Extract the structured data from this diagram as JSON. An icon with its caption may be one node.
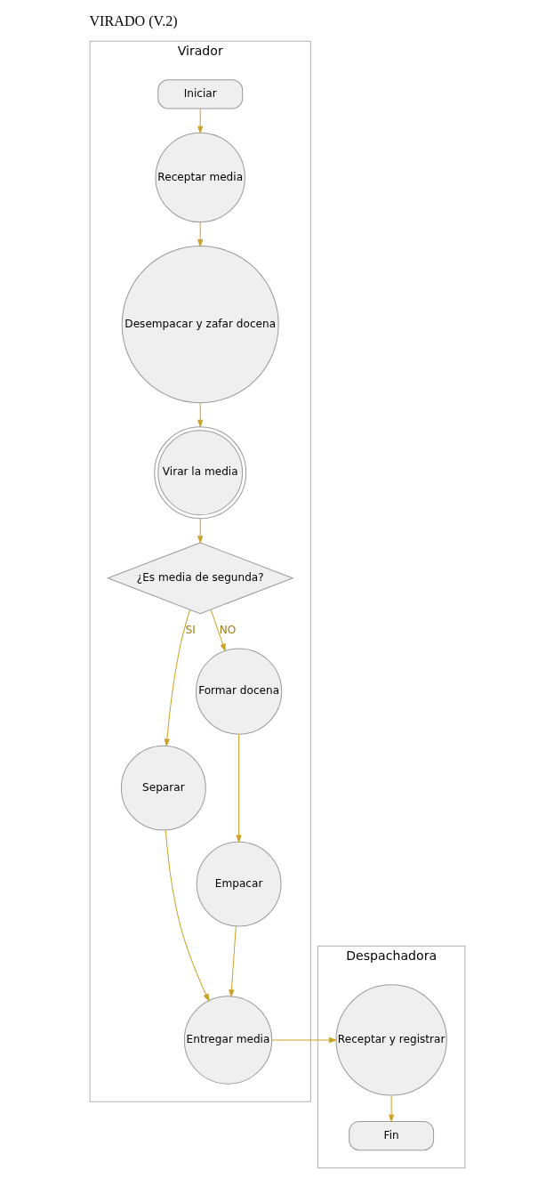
{
  "diagram": {
    "title": "VIRADO (V.2)",
    "nodes": [
      {
        "text": [
          "Virador"
        ]
      },
      {
        "text": [
          "Despachadora"
        ]
      },
      {
        "text": [
          "Iniciar"
        ],
        "in": 0
      },
      {
        "text": [
          "Receptar media"
        ],
        "in": 0
      },
      {
        "text": [
          "Desempacar y zafar docena"
        ],
        "in": 0
      },
      {
        "text": [
          "Virar la media"
        ],
        "in": 0
      },
      {
        "text": [
          "¿Es media de segunda?"
        ],
        "in": 0
      },
      {
        "text": [
          "Separar"
        ],
        "in": 0
      },
      {
        "text": [
          "Formar docena"
        ],
        "in": 0
      },
      {
        "text": [
          "Empacar"
        ],
        "in": 0
      },
      {
        "text": [
          "Entregar media"
        ],
        "in": 0
      },
      {
        "text": [
          "Receptar y registrar"
        ],
        "in": 1
      },
      {
        "text": [
          "Fin"
        ],
        "in": 1
      }
    ],
    "edges": [
      {
        "from": 2,
        "to": 3,
        "arrow": "to"
      },
      {
        "from": 3,
        "to": 4,
        "arrow": "to"
      },
      {
        "from": 4,
        "to": 5,
        "arrow": "to"
      },
      {
        "from": 5,
        "to": 6,
        "arrow": "to"
      },
      {
        "from": 6,
        "to": 7,
        "arrow": "to",
        "label": "SI"
      },
      {
        "from": 6,
        "to": 8,
        "arrow": "to",
        "label": "NO"
      },
      {
        "from": 8,
        "to": 9,
        "arrow": "to"
      },
      {
        "from": 9,
        "to": 10,
        "arrow": "to"
      },
      {
        "from": 7,
        "to": 10,
        "arrow": "to"
      },
      {
        "from": 10,
        "to": 11,
        "arrow": "to"
      },
      {
        "from": 11,
        "to": 12,
        "arrow": "to"
      }
    ]
  }
}
